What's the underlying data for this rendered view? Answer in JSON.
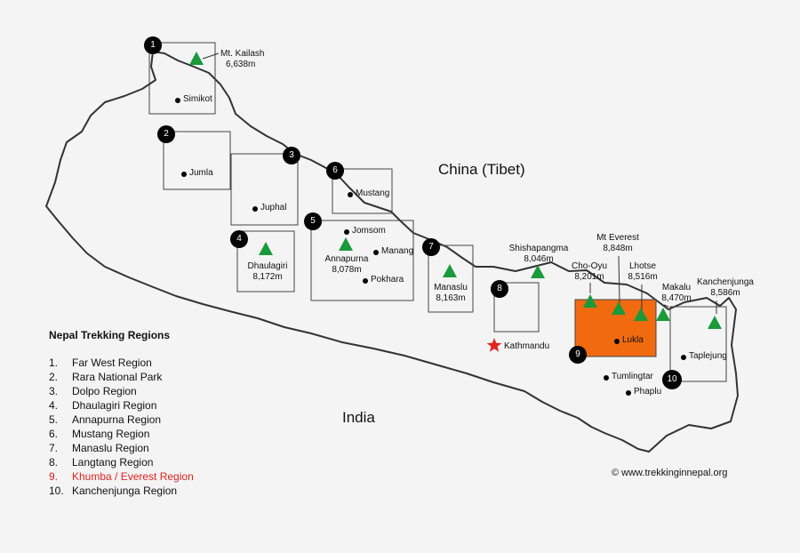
{
  "map": {
    "country_label": "India",
    "tibet_label": "China (Tibet)",
    "copyright": "© www.trekkinginnepal.org",
    "colors": {
      "highlight_fill": "#f26a10",
      "peak": "#1a9a3a",
      "border": "#333333",
      "box": "#444444",
      "kathmandu_star": "#e0231f"
    },
    "region_numbers": [
      "1",
      "2",
      "3",
      "4",
      "5",
      "6",
      "7",
      "8",
      "9",
      "10"
    ],
    "places": {
      "simikot": "Simikot",
      "jumla": "Jumla",
      "juphal": "Juphal",
      "mustang": "Mustang",
      "jomsom": "Jomsom",
      "manang": "Manang",
      "pokhara": "Pokhara",
      "kathmandu": "Kathmandu",
      "lukla": "Lukla",
      "tumlingtar": "Tumlingtar",
      "phaplu": "Phaplu",
      "taplejung": "Taplejung"
    },
    "peaks": {
      "kailash": {
        "name": "Mt. Kailash",
        "height": "6,638m"
      },
      "dhaulagiri": {
        "name": "Dhaulagiri",
        "height": "8,172m"
      },
      "annapurna": {
        "name": "Annapurna",
        "height": "8,078m"
      },
      "manaslu": {
        "name": "Manaslu",
        "height": "8,163m"
      },
      "shishapangma": {
        "name": "Shishapangma",
        "height": "8,046m"
      },
      "chooyu": {
        "name": "Cho-Oyu",
        "height": "8,201m"
      },
      "everest": {
        "name": "Mt Everest",
        "height": "8,848m"
      },
      "lhotse": {
        "name": "Lhotse",
        "height": "8,516m"
      },
      "makalu": {
        "name": "Makalu",
        "height": "8,470m"
      },
      "kanchenjunga": {
        "name": "Kanchenjunga",
        "height": "8,586m"
      }
    }
  },
  "legend": {
    "title": "Nepal Trekking Regions",
    "highlighted_index": 9,
    "items": [
      {
        "num": "1.",
        "name": "Far West Region"
      },
      {
        "num": "2.",
        "name": "Rara National Park"
      },
      {
        "num": "3.",
        "name": "Dolpo Region"
      },
      {
        "num": "4.",
        "name": "Dhaulagiri Region"
      },
      {
        "num": "5.",
        "name": "Annapurna Region"
      },
      {
        "num": "6.",
        "name": "Mustang Region"
      },
      {
        "num": "7.",
        "name": "Manaslu Region"
      },
      {
        "num": "8.",
        "name": "Langtang Region"
      },
      {
        "num": "9.",
        "name": "Khumba / Everest Region"
      },
      {
        "num": "10.",
        "name": "Kanchenjunga Region"
      }
    ]
  }
}
